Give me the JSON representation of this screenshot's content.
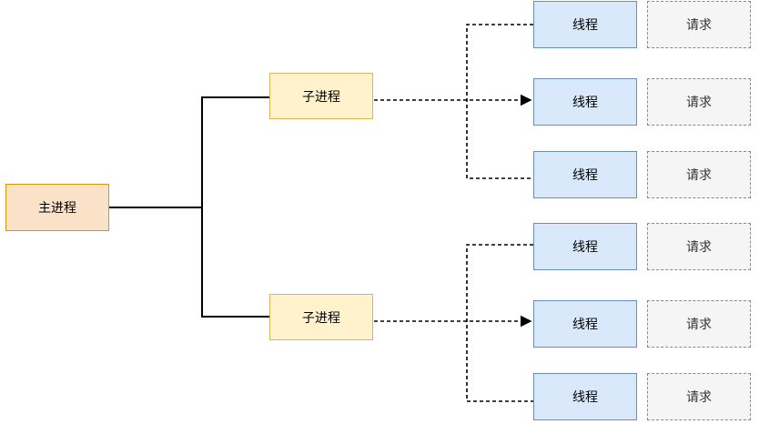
{
  "main_process": {
    "label": "主进程"
  },
  "children": [
    {
      "label": "子进程",
      "threads": [
        {
          "label": "线程",
          "request": "请求"
        },
        {
          "label": "线程",
          "request": "请求"
        },
        {
          "label": "线程",
          "request": "请求"
        }
      ]
    },
    {
      "label": "子进程",
      "threads": [
        {
          "label": "线程",
          "request": "请求"
        },
        {
          "label": "线程",
          "request": "请求"
        },
        {
          "label": "线程",
          "request": "请求"
        }
      ]
    }
  ]
}
